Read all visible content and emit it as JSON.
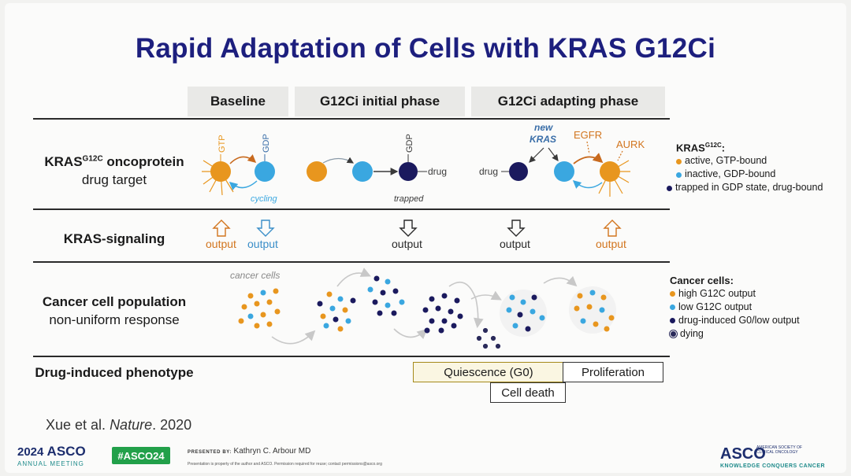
{
  "title": "Rapid Adaptation of Cells with KRAS G12Ci",
  "columns": [
    "Baseline",
    "G12Ci initial phase",
    "G12Ci adapting phase"
  ],
  "rows": {
    "oncoprotein": {
      "line1_pre": "KRAS",
      "line1_sup": "G12C",
      "line1_post": " oncoprotein",
      "line2": "drug target"
    },
    "signaling": {
      "label": "KRAS-signaling"
    },
    "population": {
      "line1": "Cancer cell population",
      "line2": "non-uniform response"
    },
    "phenotype": {
      "label": "Drug-induced phenotype"
    }
  },
  "diagram_labels": {
    "gtp": "GTP",
    "gdp": "GDP",
    "cycling": "cycling",
    "drug": "drug",
    "trapped": "trapped",
    "new_kras_1": "new",
    "new_kras_2": "KRAS",
    "egfr": "EGFR",
    "aurk": "AURK",
    "output": "output",
    "cancer_cells": "cancer cells"
  },
  "legend_kras": {
    "title_pre": "KRAS",
    "title_sup": "G12C",
    "title_post": ":",
    "items": [
      {
        "color": "#e8961e",
        "label": "active, GTP-bound"
      },
      {
        "color": "#3aa7e0",
        "label": "inactive, GDP-bound"
      },
      {
        "color": "#1b1a5e",
        "label": "trapped in GDP state, drug-bound"
      }
    ]
  },
  "legend_cells": {
    "title": "Cancer cells:",
    "items": [
      {
        "color": "#e8961e",
        "label": "high G12C output"
      },
      {
        "color": "#3aa7e0",
        "label": "low G12C output"
      },
      {
        "color": "#1b1a5e",
        "label": "drug-induced G0/low output"
      },
      {
        "color": "#2a2a5a",
        "label": "dying"
      }
    ]
  },
  "phenotypes": {
    "quiescence": "Quiescence (G0)",
    "proliferation": "Proliferation",
    "cell_death": "Cell death"
  },
  "citation": {
    "authors": "Xue et al. ",
    "journal": "Nature",
    "year": ". 2020"
  },
  "footer": {
    "meeting_year": "2024",
    "meeting_org": "ASCO",
    "meeting_sub": "ANNUAL MEETING",
    "hashtag": "#ASCO24",
    "presented_label": "PRESENTED BY:",
    "presenter": "Kathryn C. Arbour MD",
    "notice": "Presentation is property of the author and ASCO. Permission required for reuse; contact permissions@asco.org",
    "right_org": "ASCO",
    "right_sub1": "AMERICAN SOCIETY OF",
    "right_sub2": "CLINICAL ONCOLOGY",
    "right_tagline": "KNOWLEDGE CONQUERS CANCER"
  },
  "colors": {
    "title": "#1d1f7e",
    "active": "#e8961e",
    "inactive": "#3aa7e0",
    "trapped": "#1b1a5e",
    "phenotype_border": "#a58a1a"
  }
}
